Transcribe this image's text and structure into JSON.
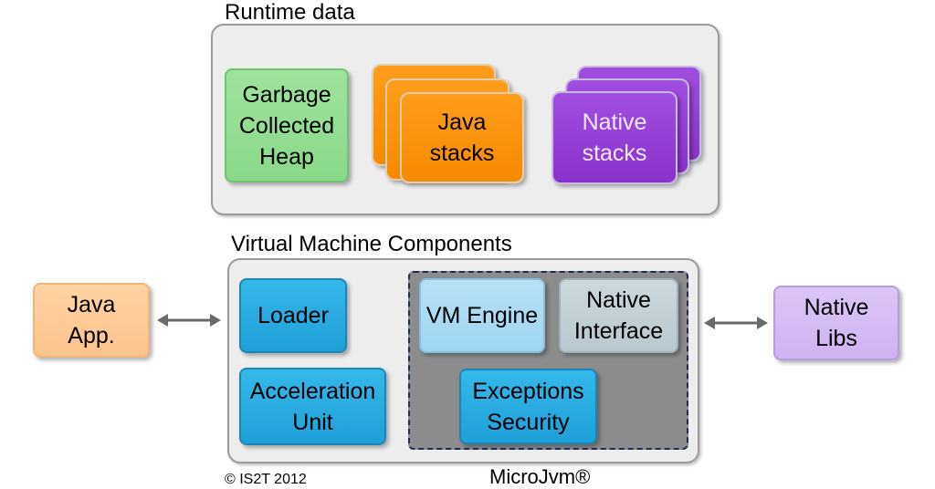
{
  "runtime": {
    "title": "Runtime data",
    "heap": [
      "Garbage",
      "Collected",
      "Heap"
    ],
    "java_stacks": [
      "Java",
      "stacks"
    ],
    "native_stacks": [
      "Native",
      "stacks"
    ]
  },
  "vm": {
    "title": "Virtual Machine Components",
    "loader": "Loader",
    "acceleration": [
      "Acceleration",
      "Unit"
    ],
    "vm_engine": "VM Engine",
    "native_interface": [
      "Native",
      "Interface"
    ],
    "exceptions": [
      "Exceptions",
      "Security"
    ]
  },
  "java_app": [
    "Java",
    "App."
  ],
  "native_libs": [
    "Native",
    "Libs"
  ],
  "copyright": "© IS2T 2012",
  "product": "MicroJvm®"
}
